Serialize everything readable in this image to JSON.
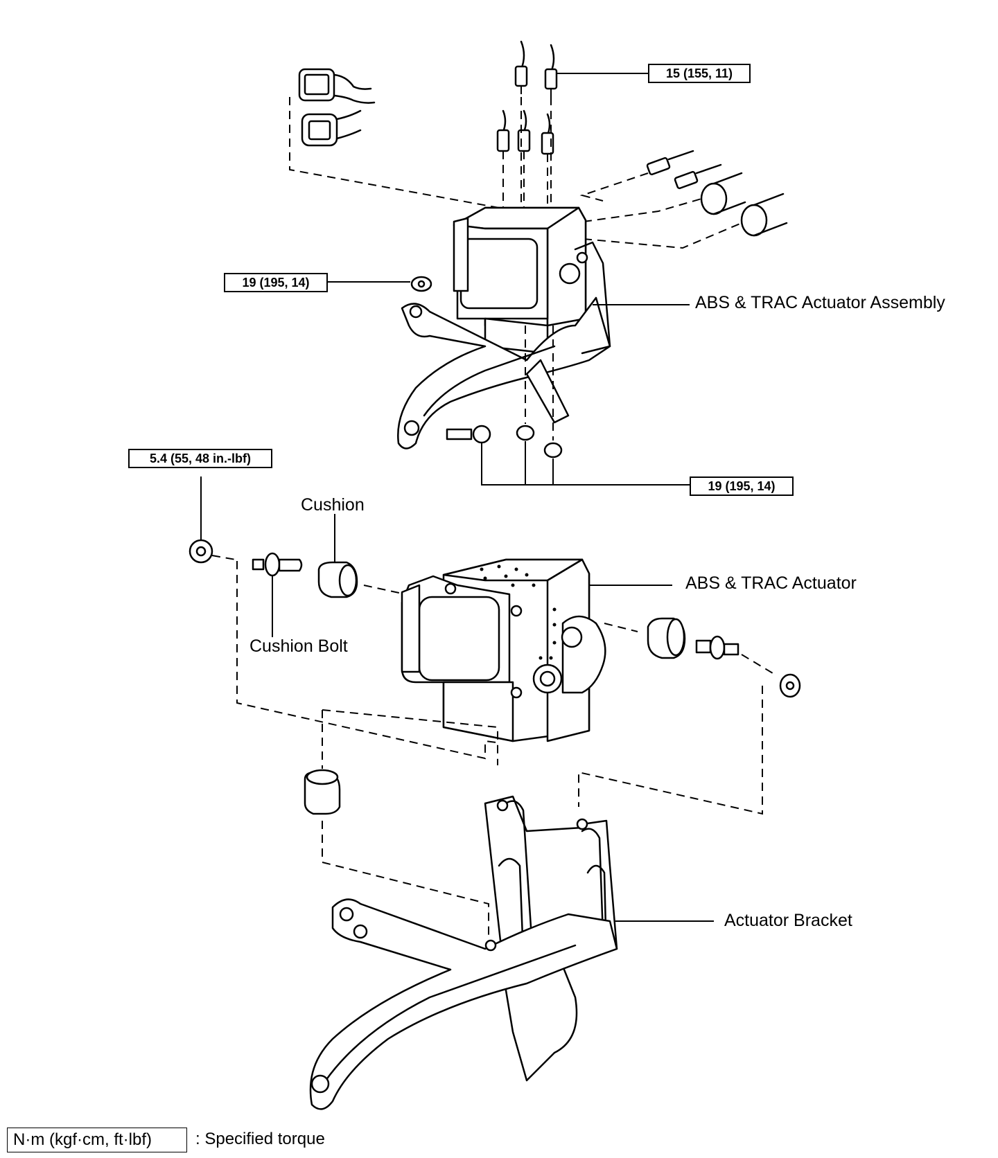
{
  "torque_specs": {
    "brake_lines": "15 (155, 11)",
    "nut_left": "19 (195, 14)",
    "cushion_nut": "5.4 (55, 48 in.-lbf)",
    "bracket_bolts": "19 (195, 14)"
  },
  "parts": {
    "assembly": "ABS & TRAC Actuator Assembly",
    "cushion": "Cushion",
    "actuator": "ABS & TRAC Actuator",
    "cushion_bolt": "Cushion Bolt",
    "bracket": "Actuator Bracket"
  },
  "legend": {
    "unit_box": "N·m (kgf·cm, ft·lbf)",
    "meaning": ": Specified torque"
  }
}
